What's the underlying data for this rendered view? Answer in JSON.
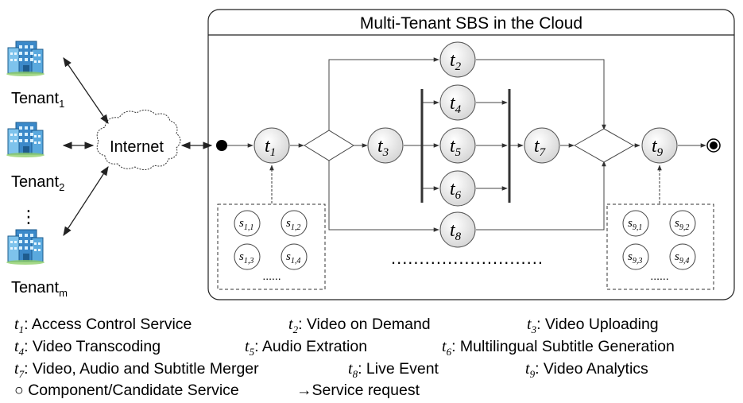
{
  "cloud_box": {
    "title": "Multi-Tenant SBS in the Cloud"
  },
  "tenants": [
    {
      "name": "Tenant",
      "sub": "1"
    },
    {
      "name": "Tenant",
      "sub": "2"
    },
    {
      "name": "Tenant",
      "sub": "m"
    }
  ],
  "tenant_dots": "⋮",
  "internet_label": "Internet",
  "tasks": [
    {
      "name": "t",
      "sub": "1"
    },
    {
      "name": "t",
      "sub": "2"
    },
    {
      "name": "t",
      "sub": "3"
    },
    {
      "name": "t",
      "sub": "4"
    },
    {
      "name": "t",
      "sub": "5"
    },
    {
      "name": "t",
      "sub": "6"
    },
    {
      "name": "t",
      "sub": "7"
    },
    {
      "name": "t",
      "sub": "8"
    },
    {
      "name": "t",
      "sub": "9"
    }
  ],
  "candidates_left": {
    "items": [
      {
        "name": "s",
        "sub": "1,1"
      },
      {
        "name": "s",
        "sub": "1,2"
      },
      {
        "name": "s",
        "sub": "1,3"
      },
      {
        "name": "s",
        "sub": "1,4"
      }
    ],
    "more": "......"
  },
  "candidates_right": {
    "items": [
      {
        "name": "s",
        "sub": "9,1"
      },
      {
        "name": "s",
        "sub": "9,2"
      },
      {
        "name": "s",
        "sub": "9,3"
      },
      {
        "name": "s",
        "sub": "9,4"
      }
    ],
    "more": "......"
  },
  "middle_dots": "...........................",
  "legend": {
    "row1": [
      {
        "sym": "t",
        "sub": "1",
        "text": ": Access Control Service"
      },
      {
        "sym": "t",
        "sub": "2",
        "text": ": Video on Demand"
      },
      {
        "sym": "t",
        "sub": "3",
        "text": ": Video Uploading"
      }
    ],
    "row2": [
      {
        "sym": "t",
        "sub": "4",
        "text": ": Video Transcoding"
      },
      {
        "sym": "t",
        "sub": "5",
        "text": ": Audio Extration"
      },
      {
        "sym": "t",
        "sub": "6",
        "text": ": Multilingual Subtitle Generation"
      }
    ],
    "row3": [
      {
        "sym": "t",
        "sub": "7",
        "text": ": Video, Audio and Subtitle Merger"
      },
      {
        "sym": "t",
        "sub": "8",
        "text": ": Live Event"
      },
      {
        "sym": "t",
        "sub": "9",
        "text": ": Video Analytics"
      }
    ],
    "component_symbol": "○",
    "component_label": "Component/Candidate Service",
    "request_symbol": "→",
    "request_label": "Service request"
  },
  "colors": {
    "node_fill_top": "#ffffff",
    "node_fill_bottom": "#d9d9d9",
    "building_blue": "#2f7fc0",
    "building_light": "#9ad0f0",
    "line": "#404040"
  }
}
